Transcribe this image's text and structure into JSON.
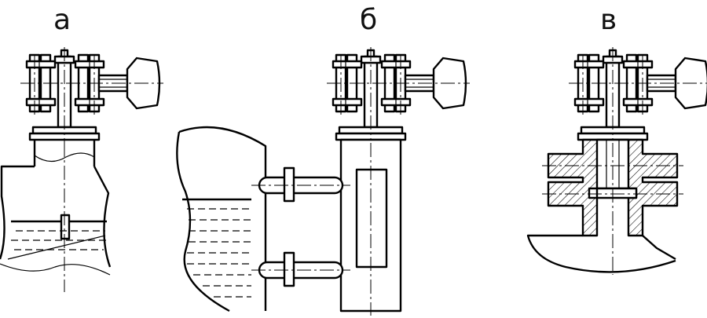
{
  "labels": {
    "a": "а",
    "b": "б",
    "c": "в"
  }
}
